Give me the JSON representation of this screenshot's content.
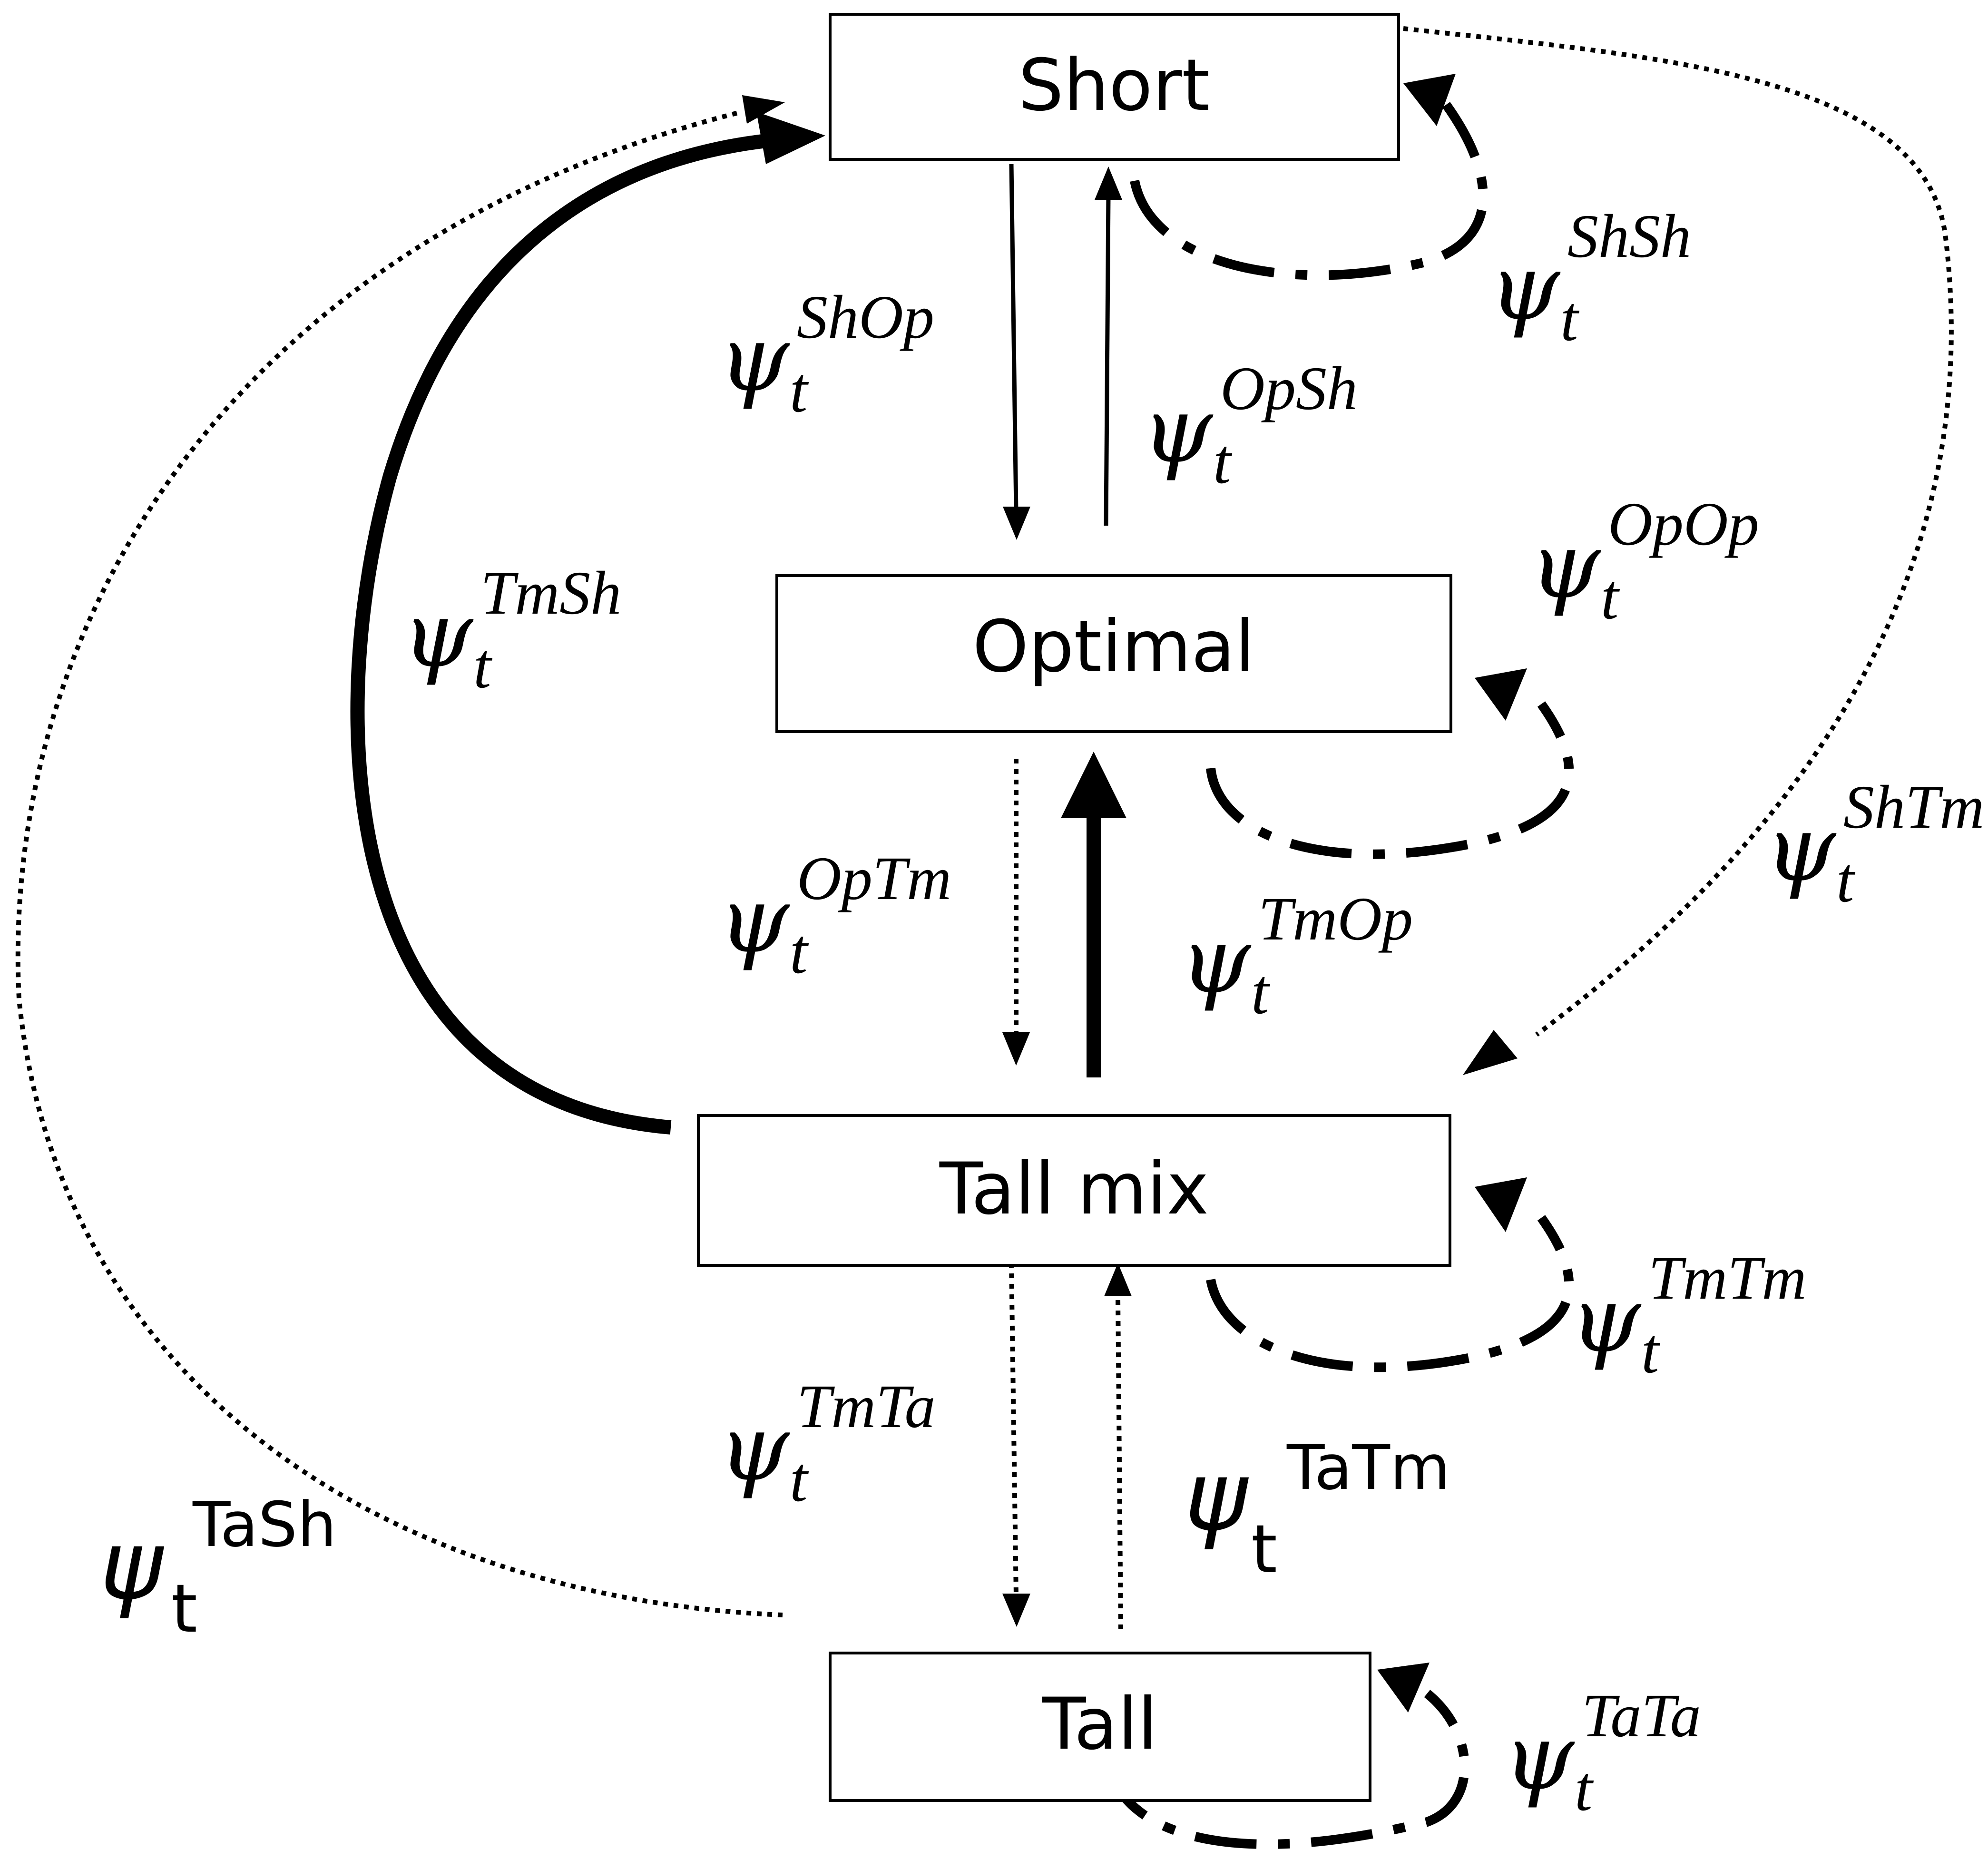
{
  "nodes": {
    "short": "Short",
    "optimal": "Optimal",
    "tall_mix": "Tall mix",
    "tall": "Tall"
  },
  "labels": {
    "psi": "ψ",
    "t": "t",
    "ShSh": "ShSh",
    "ShOp": "ShOp",
    "OpSh": "OpSh",
    "OpOp": "OpOp",
    "TmSh": "TmSh",
    "ShTm": "ShTm",
    "OpTm": "OpTm",
    "TmOp": "TmOp",
    "TmTm": "TmTm",
    "TmTa": "TmTa",
    "TaTm": "TaTm",
    "TaSh": "TaSh",
    "TaTa": "TaTa"
  },
  "colors": {
    "line": "#000000",
    "background": "#ffffff"
  }
}
